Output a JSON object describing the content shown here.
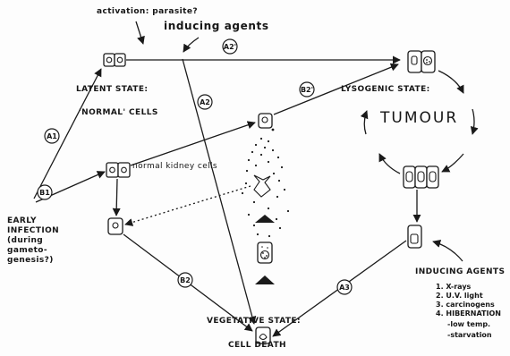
{
  "labels": {
    "activation": "activation: parasite?",
    "inducing_top": "inducing agents",
    "latent_1": "LATENT STATE:",
    "latent_2": "'NORMAL' CELLS",
    "normal_kidney": "normal kidney cells",
    "early": [
      "EARLY",
      "INFECTION",
      "(during",
      "gameto-",
      "genesis?)"
    ],
    "lysogenic": "LYSOGENIC STATE:",
    "tumour": "TUMOUR",
    "vegetative": "VEGETATIVE STATE:",
    "cell_death": "CELL DEATH",
    "inducing_title": "INDUCING AGENTS",
    "agents": [
      "1. X-rays",
      "2. U.V. light",
      "3. carcinogens",
      "4. HIBERNATION"
    ],
    "hibernation": [
      "-low temp.",
      "-starvation"
    ]
  },
  "pathways": {
    "A1": "A1",
    "A2": "A2",
    "A2p": "A2'",
    "A3": "A3",
    "B1": "B1",
    "B2": "B2",
    "B2p": "B2'"
  },
  "colors": {
    "ink": "#1a1a1a",
    "background": "#fdfdfd"
  }
}
